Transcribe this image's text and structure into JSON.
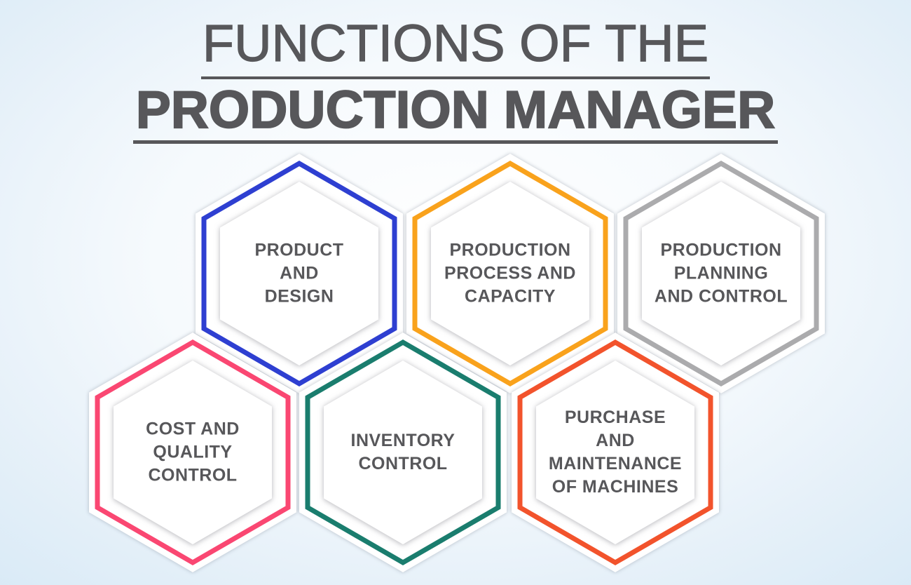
{
  "title": {
    "line1": "FUNCTIONS OF THE",
    "line2": "PRODUCTION MANAGER"
  },
  "hexagons": [
    {
      "id": "product-and-design",
      "label": "PRODUCT\nAND\nDESIGN",
      "color": "#2e3fd1"
    },
    {
      "id": "production-process-capacity",
      "label": "PRODUCTION\nPROCESS AND\nCAPACITY",
      "color": "#f9a21c"
    },
    {
      "id": "production-planning-control",
      "label": "PRODUCTION\nPLANNING\nAND CONTROL",
      "color": "#ababad"
    },
    {
      "id": "cost-and-quality-control",
      "label": "COST AND\nQUALITY\nCONTROL",
      "color": "#fa4772"
    },
    {
      "id": "inventory-control",
      "label": "INVENTORY\nCONTROL",
      "color": "#1a7d6e"
    },
    {
      "id": "purchase-maintenance-machines",
      "label": "PURCHASE\nAND\nMAINTENANCE\nOF MACHINES",
      "color": "#f2532c"
    }
  ],
  "colors": {
    "title_text": "#57575a",
    "label_text": "#57575a",
    "background_center": "#ffffff",
    "background_corner": "#d7e9f6",
    "hexagon_fill": "#ffffff"
  }
}
